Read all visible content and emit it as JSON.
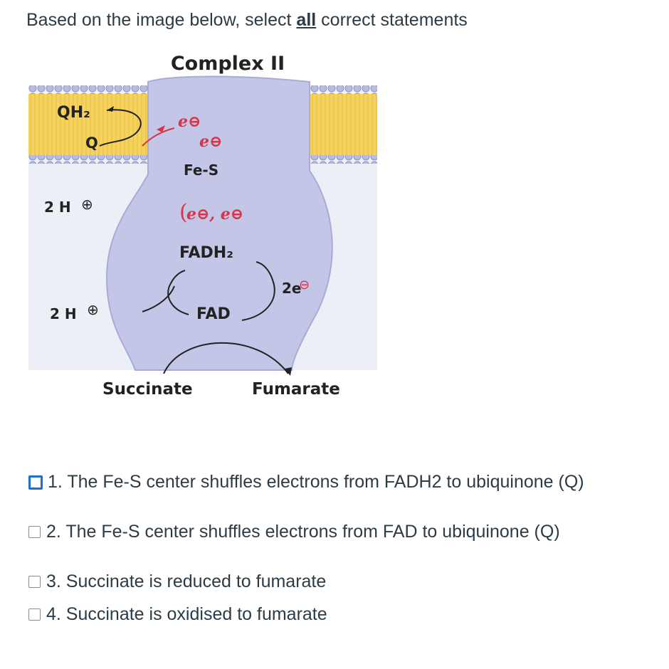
{
  "question": {
    "prefix": "Based on the image below, select ",
    "emphasis": "all",
    "suffix": " correct statements"
  },
  "figure": {
    "title": "Complex II",
    "labels": {
      "qh2": "QH₂",
      "q": "Q",
      "fes": "Fe-S",
      "fadh2": "FADH₂",
      "fad": "FAD",
      "two_h_top": "2 H",
      "two_h_bottom": "2 H",
      "two_e": "2e",
      "succinate": "Succinate",
      "fumarate": "Fumarate"
    },
    "colors": {
      "membrane": "#f5d35e",
      "membrane_head": "#b8bde0",
      "protein": "#c3c6e6",
      "electron": "#d9344a",
      "arrow": "#222222"
    }
  },
  "options": [
    {
      "label": "1. The Fe-S center shuffles electrons from FADH2 to ubiquinone (Q)",
      "checked": false,
      "focused": true
    },
    {
      "label": "2. The Fe-S center shuffles electrons from FAD to ubiquinone (Q)",
      "checked": false,
      "focused": false
    },
    {
      "label": "3. Succinate is reduced to fumarate",
      "checked": false,
      "focused": false
    },
    {
      "label": "4. Succinate is oxidised to fumarate",
      "checked": false,
      "focused": false
    }
  ]
}
